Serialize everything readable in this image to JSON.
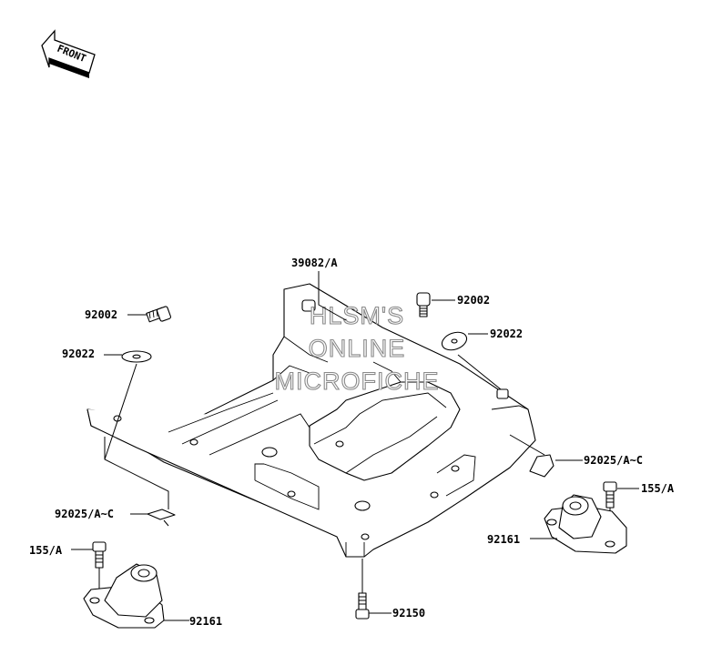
{
  "diagram": {
    "front_indicator": "FRONT",
    "watermark": [
      "HLSM'S",
      "ONLINE",
      "MICROFICHE"
    ],
    "callouts": {
      "frame": "39082/A",
      "bolt_left": "92002",
      "bolt_right": "92002",
      "washer_left": "92022",
      "washer_right": "92022",
      "clip_left": "92025/A~C",
      "clip_right": "92025/A~C",
      "bolt_155_left": "155/A",
      "bolt_155_right": "155/A",
      "mount_left": "92161",
      "mount_right": "92161",
      "bolt_bottom": "92150"
    }
  }
}
